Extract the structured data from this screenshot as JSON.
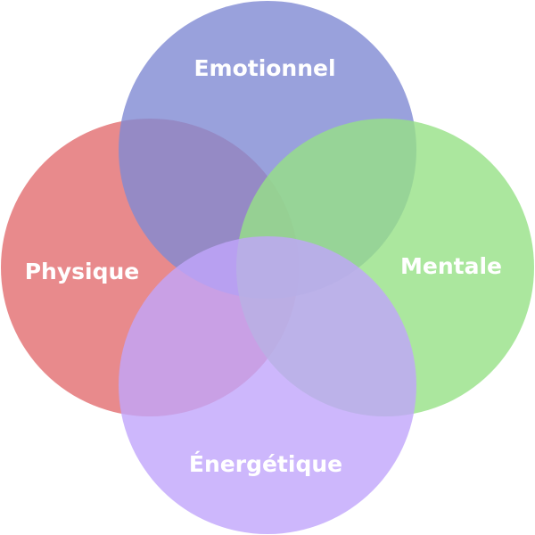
{
  "diagram": {
    "type": "venn",
    "circles": [
      {
        "key": "physique",
        "label": "Physique",
        "color": "#e8888a"
      },
      {
        "key": "emotionnel",
        "label": "Emotionnel",
        "color": "#7f8ad3"
      },
      {
        "key": "mentale",
        "label": "Mentale",
        "color": "#96e186"
      },
      {
        "key": "energetique",
        "label": "Énergétique",
        "color": "#c0a5fb"
      }
    ]
  }
}
